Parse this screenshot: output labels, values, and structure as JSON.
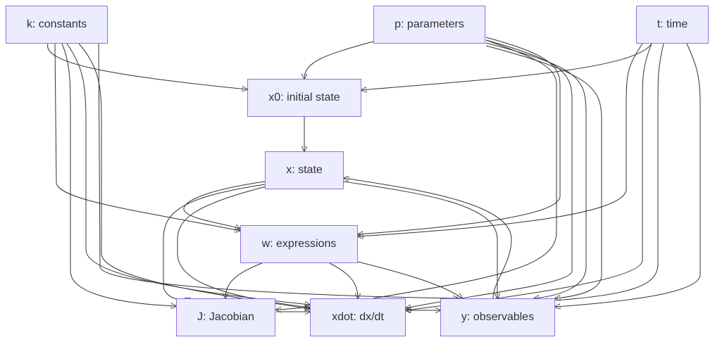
{
  "diagram": {
    "colors": {
      "node_fill": "#ECECFF",
      "node_border": "#9370DB",
      "edge": "#333333",
      "text": "#333333"
    },
    "nodes": {
      "k": {
        "label": "k: constants"
      },
      "p": {
        "label": "p: parameters"
      },
      "t": {
        "label": "t: time"
      },
      "x0": {
        "label": "x0: initial state"
      },
      "x": {
        "label": "x: state"
      },
      "w": {
        "label": "w: expressions"
      },
      "J": {
        "label": "J: Jacobian"
      },
      "xdot": {
        "label": "xdot: dx/dt"
      },
      "y": {
        "label": "y: observables"
      }
    },
    "edges": [
      {
        "from": "k",
        "to": "x0"
      },
      {
        "from": "p",
        "to": "x0"
      },
      {
        "from": "t",
        "to": "x0"
      },
      {
        "from": "x0",
        "to": "x"
      },
      {
        "from": "k",
        "to": "w"
      },
      {
        "from": "p",
        "to": "w"
      },
      {
        "from": "t",
        "to": "w"
      },
      {
        "from": "x",
        "to": "w"
      },
      {
        "from": "k",
        "to": "J"
      },
      {
        "from": "p",
        "to": "J"
      },
      {
        "from": "t",
        "to": "J"
      },
      {
        "from": "x",
        "to": "J"
      },
      {
        "from": "w",
        "to": "J"
      },
      {
        "from": "xdot",
        "to": "J"
      },
      {
        "from": "k",
        "to": "xdot"
      },
      {
        "from": "p",
        "to": "xdot"
      },
      {
        "from": "t",
        "to": "xdot"
      },
      {
        "from": "x",
        "to": "xdot"
      },
      {
        "from": "w",
        "to": "xdot"
      },
      {
        "from": "J",
        "to": "xdot"
      },
      {
        "from": "k",
        "to": "y"
      },
      {
        "from": "p",
        "to": "y"
      },
      {
        "from": "t",
        "to": "y"
      },
      {
        "from": "x",
        "to": "y"
      },
      {
        "from": "w",
        "to": "y"
      },
      {
        "from": "xdot",
        "to": "y"
      },
      {
        "from": "y",
        "to": "x"
      }
    ]
  }
}
